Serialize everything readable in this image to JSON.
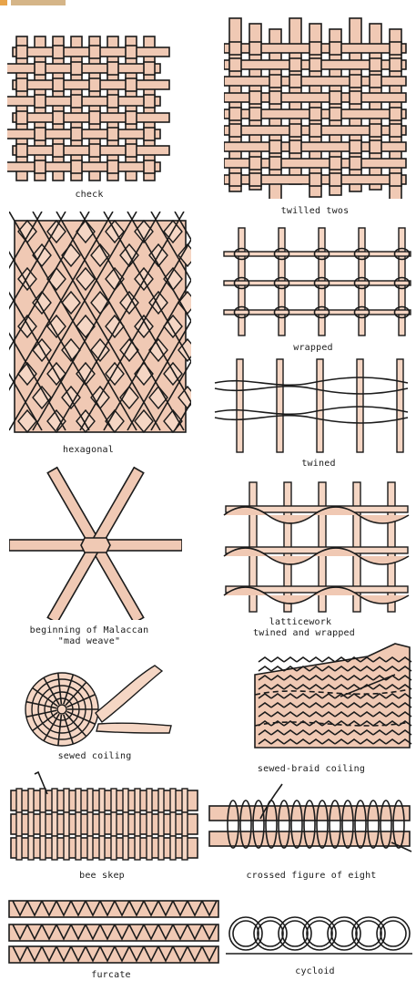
{
  "header": {
    "fragment_text": "",
    "accent_color": "#e8a44a"
  },
  "colors": {
    "strip_fill": "#f0c9b4",
    "outline": "#1b1b1b",
    "dark": "#222222"
  },
  "captions": {
    "check": "check",
    "twilled_twos": "twilled twos",
    "hexagonal": "hexagonal",
    "wrapped": "wrapped",
    "twined": "twined",
    "malaccan_line1": "beginning of Malaccan",
    "malaccan_line2": "\"mad weave\"",
    "latticework_line1": "latticework",
    "latticework_line2": "twined and wrapped",
    "sewed_coiling": "sewed coiling",
    "sewed_braid_coiling": "sewed-braid coiling",
    "bee_skep": "bee skep",
    "crossed_figure": "crossed figure of eight",
    "furcate": "furcate",
    "cycloid": "cycloid"
  }
}
